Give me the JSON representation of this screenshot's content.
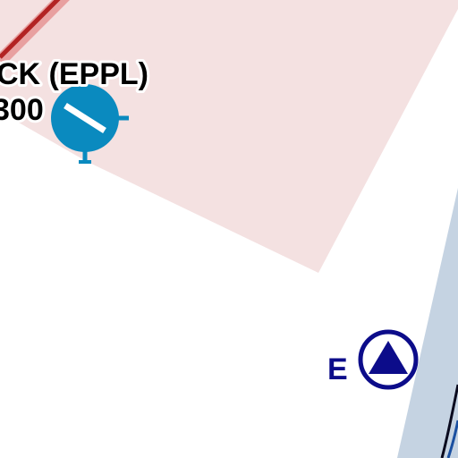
{
  "airport": {
    "name_fragment": "CK (EPPL)",
    "elevation_fragment": "300",
    "icon": "airport-icon"
  },
  "reporting_point": {
    "label": "E",
    "icon": "triangle-in-circle-icon"
  },
  "colors": {
    "restricted_area_fill": "#f4e1e1",
    "restricted_area_edge": "#b22222",
    "airport_symbol": "#0a8abf",
    "reporting_point": "#0c0c8a",
    "river_fill": "#c5d3e2",
    "road": "#0a0a1e"
  }
}
